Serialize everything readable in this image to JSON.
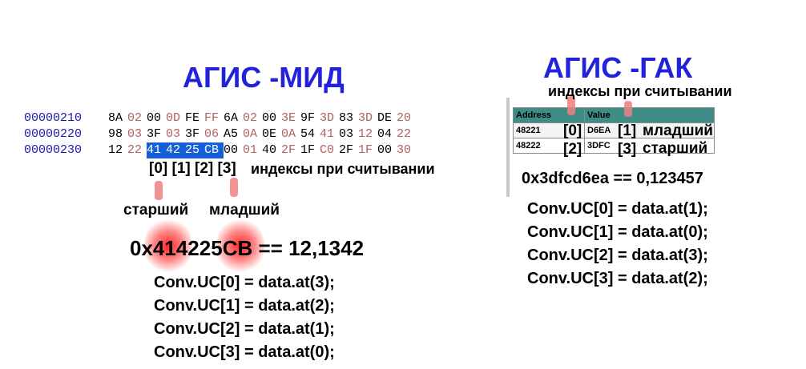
{
  "mid": {
    "title": "АГИС -МИД",
    "hexdump": [
      {
        "addr": "00000210",
        "bytes": [
          "8A",
          "02",
          "00",
          "0D",
          "FE",
          "FF",
          "6A",
          "02",
          "00",
          "3E",
          "9F",
          "3D",
          "83",
          "3D",
          "DE",
          "20"
        ]
      },
      {
        "addr": "00000220",
        "bytes": [
          "98",
          "03",
          "3F",
          "03",
          "3F",
          "06",
          "A5",
          "0A",
          "0E",
          "0A",
          "54",
          "41",
          "03",
          "12",
          "04",
          "22"
        ]
      },
      {
        "addr": "00000230",
        "bytes": [
          "12",
          "22",
          "41",
          "42",
          "25",
          "CB",
          "00",
          "01",
          "40",
          "2F",
          "1F",
          "C0",
          "2F",
          "1F",
          "00",
          "30"
        ]
      }
    ],
    "index_labels": "[0] [1] [2] [3]",
    "index_caption": "индексы при считывании",
    "high_label": "старший",
    "low_label": "младший",
    "equation": {
      "prefix": "0x",
      "hi": "41",
      "mid": "4225",
      "lo": "CB",
      "suffix": " == 12,1342"
    },
    "code": [
      "Conv.UC[0] = data.at(3);",
      "Conv.UC[1] = data.at(2);",
      "Conv.UC[2] = data.at(1);",
      "Conv.UC[3] = data.at(0);"
    ]
  },
  "gak": {
    "title": "АГИС -ГАК",
    "index_caption": "индексы при считывании",
    "table": {
      "headers": [
        "Address",
        "Value"
      ],
      "rows": [
        {
          "address": "48221",
          "index": "[0]",
          "value": "D6EA",
          "index2": "[1]",
          "note": "младший"
        },
        {
          "address": "48222",
          "index": "[2]",
          "value": "3DFC",
          "index2": "[3]",
          "note": "старший"
        }
      ]
    },
    "equation": "0x3dfcd6ea == 0,123457",
    "code": [
      "Conv.UC[0] = data.at(1);",
      "Conv.UC[1] = data.at(0);",
      "Conv.UC[2] = data.at(3);",
      "Conv.UC[3] = data.at(2);"
    ]
  },
  "colors": {
    "title": "#2222dd",
    "address": "#1a1ab0",
    "selection": "#1560d8",
    "marker": "#f08080",
    "table_header": "#3d8c86"
  }
}
